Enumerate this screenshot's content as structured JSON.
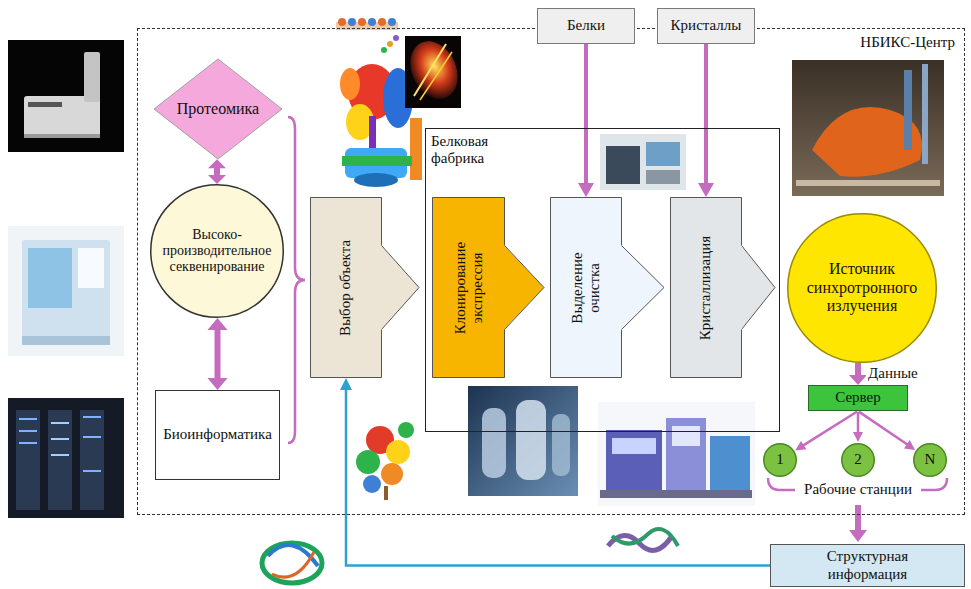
{
  "diagram": {
    "nodes": [
      {
        "text": [
          "НБИКС-Центр"
        ]
      },
      {
        "text": [
          "Белки"
        ]
      },
      {
        "text": [
          "Кристаллы"
        ]
      },
      {
        "text": [
          "Протеомика"
        ],
        "in": 0
      },
      {
        "text": [
          "Высоко- производительное секвенирование"
        ],
        "in": 0
      },
      {
        "text": [
          "Биоинформатика"
        ],
        "in": 0
      },
      {
        "text": [
          "Выбор объекта"
        ],
        "in": 0
      },
      {
        "text": [
          "Белковая фабрика"
        ],
        "in": 0
      },
      {
        "text": [
          "Клонирование экспрессия"
        ],
        "in": 7
      },
      {
        "text": [
          "Выделение очистка"
        ],
        "in": 7
      },
      {
        "text": [
          "Кристаллизация"
        ],
        "in": 7
      },
      {
        "text": [
          "Источник синхротронного излучения"
        ],
        "in": 0
      },
      {
        "text": [
          "Сервер"
        ],
        "in": 0
      },
      {
        "text": [
          "1"
        ],
        "in": 0
      },
      {
        "text": [
          "2"
        ],
        "in": 0
      },
      {
        "text": [
          "N"
        ],
        "in": 0
      },
      {
        "text": [
          "Структурная информация"
        ]
      }
    ],
    "edges": [
      {
        "from": 3,
        "to": 4,
        "arrow": "both"
      },
      {
        "from": 4,
        "to": 5,
        "arrow": "both"
      },
      {
        "from": 6,
        "to": 7,
        "arrow": "to"
      },
      {
        "from": 8,
        "to": 9,
        "arrow": "to"
      },
      {
        "from": 9,
        "to": 10,
        "arrow": "to"
      },
      {
        "from": 10,
        "to": 11,
        "arrow": "to"
      },
      {
        "from": 1,
        "to": 9,
        "arrow": "to"
      },
      {
        "from": 2,
        "to": 10,
        "arrow": "to"
      },
      {
        "from": 11,
        "to": 12,
        "arrow": "to",
        "label": "Данные"
      },
      {
        "from": 12,
        "to": 13,
        "arrow": "to"
      },
      {
        "from": 12,
        "to": 14,
        "arrow": "to"
      },
      {
        "from": 12,
        "to": 15,
        "arrow": "to"
      },
      {
        "from": 16,
        "to": 6,
        "arrow": "to"
      }
    ],
    "labels": [
      "Рабочие станции"
    ]
  }
}
